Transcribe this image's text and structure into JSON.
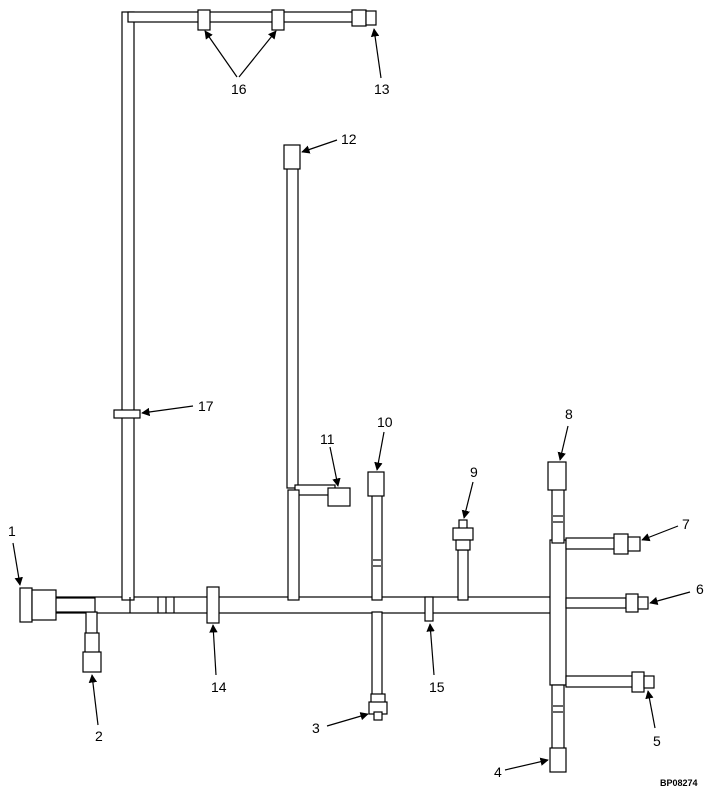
{
  "diagram": {
    "callouts": [
      {
        "id": "1",
        "label": "1"
      },
      {
        "id": "2",
        "label": "2"
      },
      {
        "id": "3",
        "label": "3"
      },
      {
        "id": "4",
        "label": "4"
      },
      {
        "id": "5",
        "label": "5"
      },
      {
        "id": "6",
        "label": "6"
      },
      {
        "id": "7",
        "label": "7"
      },
      {
        "id": "8",
        "label": "8"
      },
      {
        "id": "9",
        "label": "9"
      },
      {
        "id": "10",
        "label": "10"
      },
      {
        "id": "11",
        "label": "11"
      },
      {
        "id": "12",
        "label": "12"
      },
      {
        "id": "13",
        "label": "13"
      },
      {
        "id": "14",
        "label": "14"
      },
      {
        "id": "15",
        "label": "15"
      },
      {
        "id": "16",
        "label": "16"
      },
      {
        "id": "17",
        "label": "17"
      }
    ],
    "reference": "BP08274"
  }
}
